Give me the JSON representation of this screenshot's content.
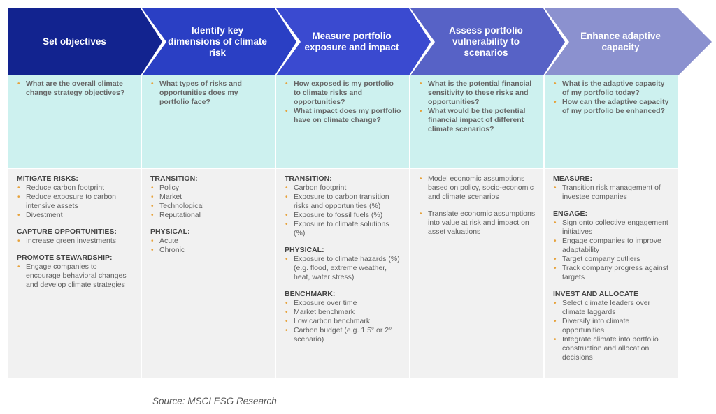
{
  "steps": [
    {
      "title": "Set objectives",
      "color": "#12238f",
      "questions": [
        "What are the overall climate change strategy objectives?"
      ],
      "groups": [
        {
          "heading": "MITIGATE RISKS:",
          "items": [
            "Reduce carbon footprint",
            "Reduce exposure to carbon intensive assets",
            "Divestment"
          ]
        },
        {
          "heading": "CAPTURE OPPORTUNITIES:",
          "items": [
            "Increase green investments"
          ]
        },
        {
          "heading": "PROMOTE STEWARDSHIP:",
          "items": [
            "Engage companies to encourage behavioral changes and develop climate strategies"
          ]
        }
      ]
    },
    {
      "title": "Identify key dimensions of climate risk",
      "color": "#2a3fc4",
      "questions": [
        "What types of risks and opportunities does my portfolio face?"
      ],
      "groups": [
        {
          "heading": "TRANSITION:",
          "items": [
            "Policy",
            "Market",
            "Technological",
            "Reputational"
          ]
        },
        {
          "heading": "PHYSICAL:",
          "items": [
            "Acute",
            "Chronic"
          ]
        }
      ]
    },
    {
      "title": "Measure portfolio exposure and impact",
      "color": "#3a4ad0",
      "questions": [
        "How exposed is my portfolio to climate risks and opportunities?",
        "What impact does my portfolio have on climate change?"
      ],
      "groups": [
        {
          "heading": "TRANSITION:",
          "items": [
            "Carbon footprint",
            "Exposure to carbon transition risks and opportunities (%)",
            "Exposure to fossil fuels (%)",
            "Exposure to climate solutions (%)"
          ]
        },
        {
          "heading": "PHYSICAL:",
          "items": [
            "Exposure to climate hazards (%) (e.g. flood, extreme weather, heat, water stress)"
          ]
        },
        {
          "heading": "BENCHMARK:",
          "items": [
            "Exposure over time",
            "Market benchmark",
            "Low carbon benchmark",
            "Carbon budget (e.g. 1.5° or 2° scenario)"
          ]
        }
      ]
    },
    {
      "title": "Assess portfolio vulnerability to scenarios",
      "color": "#5762c6",
      "questions": [
        "What is the potential financial sensitivity to these risks and opportunities?",
        "What would be the potential financial impact of different climate scenarios?"
      ],
      "groups": [
        {
          "heading": "",
          "items": [
            "Model economic assumptions based on policy, socio-economic and climate scenarios"
          ]
        },
        {
          "heading": "",
          "items": [
            "Translate economic assumptions into value at risk and impact on asset valuations"
          ]
        }
      ]
    },
    {
      "title": "Enhance adaptive capacity",
      "color": "#8b91cf",
      "questions": [
        "What is the adaptive capacity of my portfolio today?",
        "How can the adaptive capacity of my portfolio be enhanced?"
      ],
      "groups": [
        {
          "heading": "MEASURE:",
          "items": [
            "Transition risk management of investee companies"
          ]
        },
        {
          "heading": "ENGAGE:",
          "items": [
            "Sign onto collective engagement initiatives",
            "Engage companies to improve adaptability",
            "Target company outliers",
            "Track company progress against targets"
          ]
        },
        {
          "heading": "INVEST AND ALLOCATE",
          "items": [
            "Select climate leaders over climate laggards",
            "Diversify into climate opportunities",
            "Integrate climate into portfolio construction and allocation decisions"
          ]
        }
      ]
    }
  ],
  "source": "Source: MSCI ESG Research"
}
